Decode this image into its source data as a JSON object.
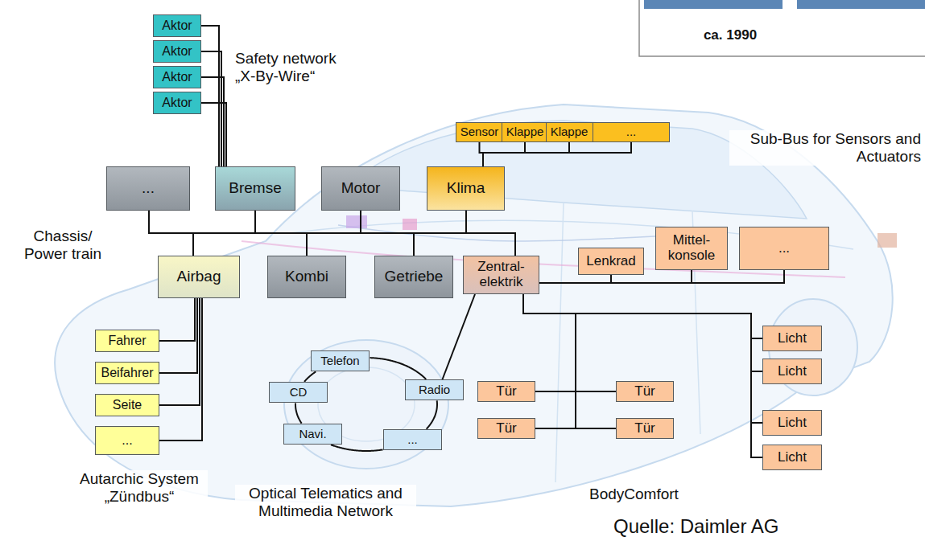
{
  "diagram": {
    "nodes": [
      {
        "text": [
          "Aktor"
        ]
      },
      {
        "text": [
          "Aktor"
        ]
      },
      {
        "text": [
          "Aktor"
        ]
      },
      {
        "text": [
          "Aktor"
        ]
      },
      {
        "text": [
          "Sensor"
        ]
      },
      {
        "text": [
          "Klappe"
        ]
      },
      {
        "text": [
          "Klappe"
        ]
      },
      {
        "text": [
          "..."
        ]
      },
      {
        "text": [
          "..."
        ]
      },
      {
        "text": [
          "Bremse"
        ]
      },
      {
        "text": [
          "Motor"
        ]
      },
      {
        "text": [
          "Klima"
        ]
      },
      {
        "text": [
          "Airbag"
        ]
      },
      {
        "text": [
          "Kombi"
        ]
      },
      {
        "text": [
          "Getriebe"
        ]
      },
      {
        "text": [
          "Zentral- elektrik"
        ]
      },
      {
        "text": [
          "Lenkrad"
        ]
      },
      {
        "text": [
          "Mittel- konsole"
        ]
      },
      {
        "text": [
          "..."
        ]
      },
      {
        "text": [
          "Fahrer"
        ]
      },
      {
        "text": [
          "Beifahrer"
        ]
      },
      {
        "text": [
          "Seite"
        ]
      },
      {
        "text": [
          "..."
        ]
      },
      {
        "text": [
          "Telefon"
        ]
      },
      {
        "text": [
          "CD"
        ]
      },
      {
        "text": [
          "Radio"
        ]
      },
      {
        "text": [
          "Navi."
        ]
      },
      {
        "text": [
          "..."
        ]
      },
      {
        "text": [
          "Tür"
        ]
      },
      {
        "text": [
          "Tür"
        ]
      },
      {
        "text": [
          "Tür"
        ]
      },
      {
        "text": [
          "Tür"
        ]
      },
      {
        "text": [
          "Licht"
        ]
      },
      {
        "text": [
          "Licht"
        ]
      },
      {
        "text": [
          "Licht"
        ]
      },
      {
        "text": [
          "Licht"
        ]
      }
    ],
    "edges": [
      {
        "from": 0,
        "to": 9,
        "arrow": "none"
      },
      {
        "from": 1,
        "to": 9,
        "arrow": "none"
      },
      {
        "from": 2,
        "to": 9,
        "arrow": "none"
      },
      {
        "from": 3,
        "to": 9,
        "arrow": "none"
      },
      {
        "from": 11,
        "to": 4,
        "arrow": "none"
      },
      {
        "from": 11,
        "to": 5,
        "arrow": "none"
      },
      {
        "from": 11,
        "to": 6,
        "arrow": "none"
      },
      {
        "from": 11,
        "to": 7,
        "arrow": "none"
      },
      {
        "from": 8,
        "to": 12,
        "arrow": "none"
      },
      {
        "from": 12,
        "to": 9,
        "arrow": "none"
      },
      {
        "from": 9,
        "to": 13,
        "arrow": "none"
      },
      {
        "from": 13,
        "to": 10,
        "arrow": "none"
      },
      {
        "from": 10,
        "to": 14,
        "arrow": "none"
      },
      {
        "from": 14,
        "to": 11,
        "arrow": "none"
      },
      {
        "from": 11,
        "to": 15,
        "arrow": "none"
      },
      {
        "from": 12,
        "to": 19,
        "arrow": "none"
      },
      {
        "from": 12,
        "to": 20,
        "arrow": "none"
      },
      {
        "from": 12,
        "to": 21,
        "arrow": "none"
      },
      {
        "from": 12,
        "to": 22,
        "arrow": "none"
      },
      {
        "from": 23,
        "to": 25,
        "arrow": "none"
      },
      {
        "from": 25,
        "to": 27,
        "arrow": "none"
      },
      {
        "from": 27,
        "to": 26,
        "arrow": "none"
      },
      {
        "from": 26,
        "to": 24,
        "arrow": "none"
      },
      {
        "from": 24,
        "to": 23,
        "arrow": "none"
      },
      {
        "from": 15,
        "to": 25,
        "arrow": "none"
      },
      {
        "from": 15,
        "to": 16,
        "arrow": "none"
      },
      {
        "from": 15,
        "to": 17,
        "arrow": "none"
      },
      {
        "from": 15,
        "to": 18,
        "arrow": "none"
      },
      {
        "from": 15,
        "to": 28,
        "arrow": "none"
      },
      {
        "from": 15,
        "to": 29,
        "arrow": "none"
      },
      {
        "from": 15,
        "to": 30,
        "arrow": "none"
      },
      {
        "from": 15,
        "to": 31,
        "arrow": "none"
      },
      {
        "from": 15,
        "to": 32,
        "arrow": "none"
      },
      {
        "from": 15,
        "to": 33,
        "arrow": "none"
      },
      {
        "from": 15,
        "to": 34,
        "arrow": "none"
      },
      {
        "from": 15,
        "to": 35,
        "arrow": "none"
      }
    ],
    "labels": [
      "ca. 1990",
      "Safety network „X-By-Wire“",
      "Sub-Bus for Sensors and Actuators",
      "Chassis/ Power train",
      "Autarchic System „Zündbus“",
      "Optical Telematics and Multimedia Network",
      "BodyComfort",
      "Quelle: Daimler AG"
    ]
  }
}
